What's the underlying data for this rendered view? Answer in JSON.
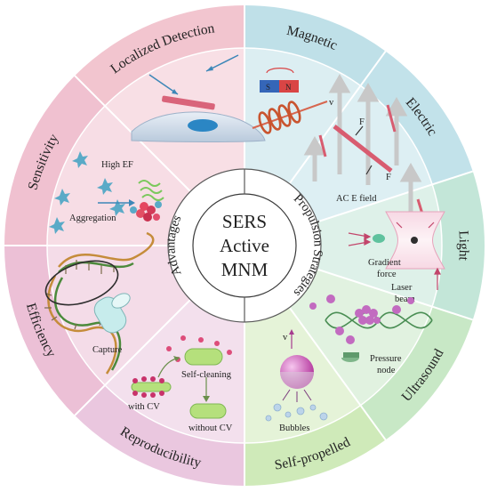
{
  "center": {
    "line1": "SERS",
    "line2": "Active",
    "line3": "MNM"
  },
  "ring": {
    "left": "Advantages",
    "right": "Propulsion Strategies"
  },
  "advantages": [
    {
      "label": "Localized Detection",
      "color": "#f2c5cf"
    },
    {
      "label": "Sensitivity",
      "color": "#f0c1d0"
    },
    {
      "label": "Efficiency",
      "color": "#ecc0d6"
    },
    {
      "label": "Reproducibility",
      "color": "#eac7df"
    }
  ],
  "strategies": [
    {
      "label": "Magnetic",
      "color": "#bfe0e8"
    },
    {
      "label": "Electric",
      "color": "#c2e2ea"
    },
    {
      "label": "Light",
      "color": "#c3e6d8"
    },
    {
      "label": "Ultrasound",
      "color": "#c8e8c6"
    },
    {
      "label": "Self-propelled",
      "color": "#cfeab9"
    }
  ],
  "annotations": {
    "high_ef": "High EF",
    "aggregation": "Aggregation",
    "capture": "Capture",
    "self_cleaning": "Self-cleaning",
    "with_cv": "with CV",
    "without_cv": "without CV",
    "bubbles": "Bubbles",
    "v_self": "v",
    "pressure_node": "Pressure node",
    "gradient_force": "Gradient force",
    "laser_beam": "Laser beam",
    "ac_field": "AC E field",
    "f_top": "F",
    "f_bottom": "F",
    "v_mag": "v",
    "magnet_s": "S",
    "magnet_n": "N"
  }
}
